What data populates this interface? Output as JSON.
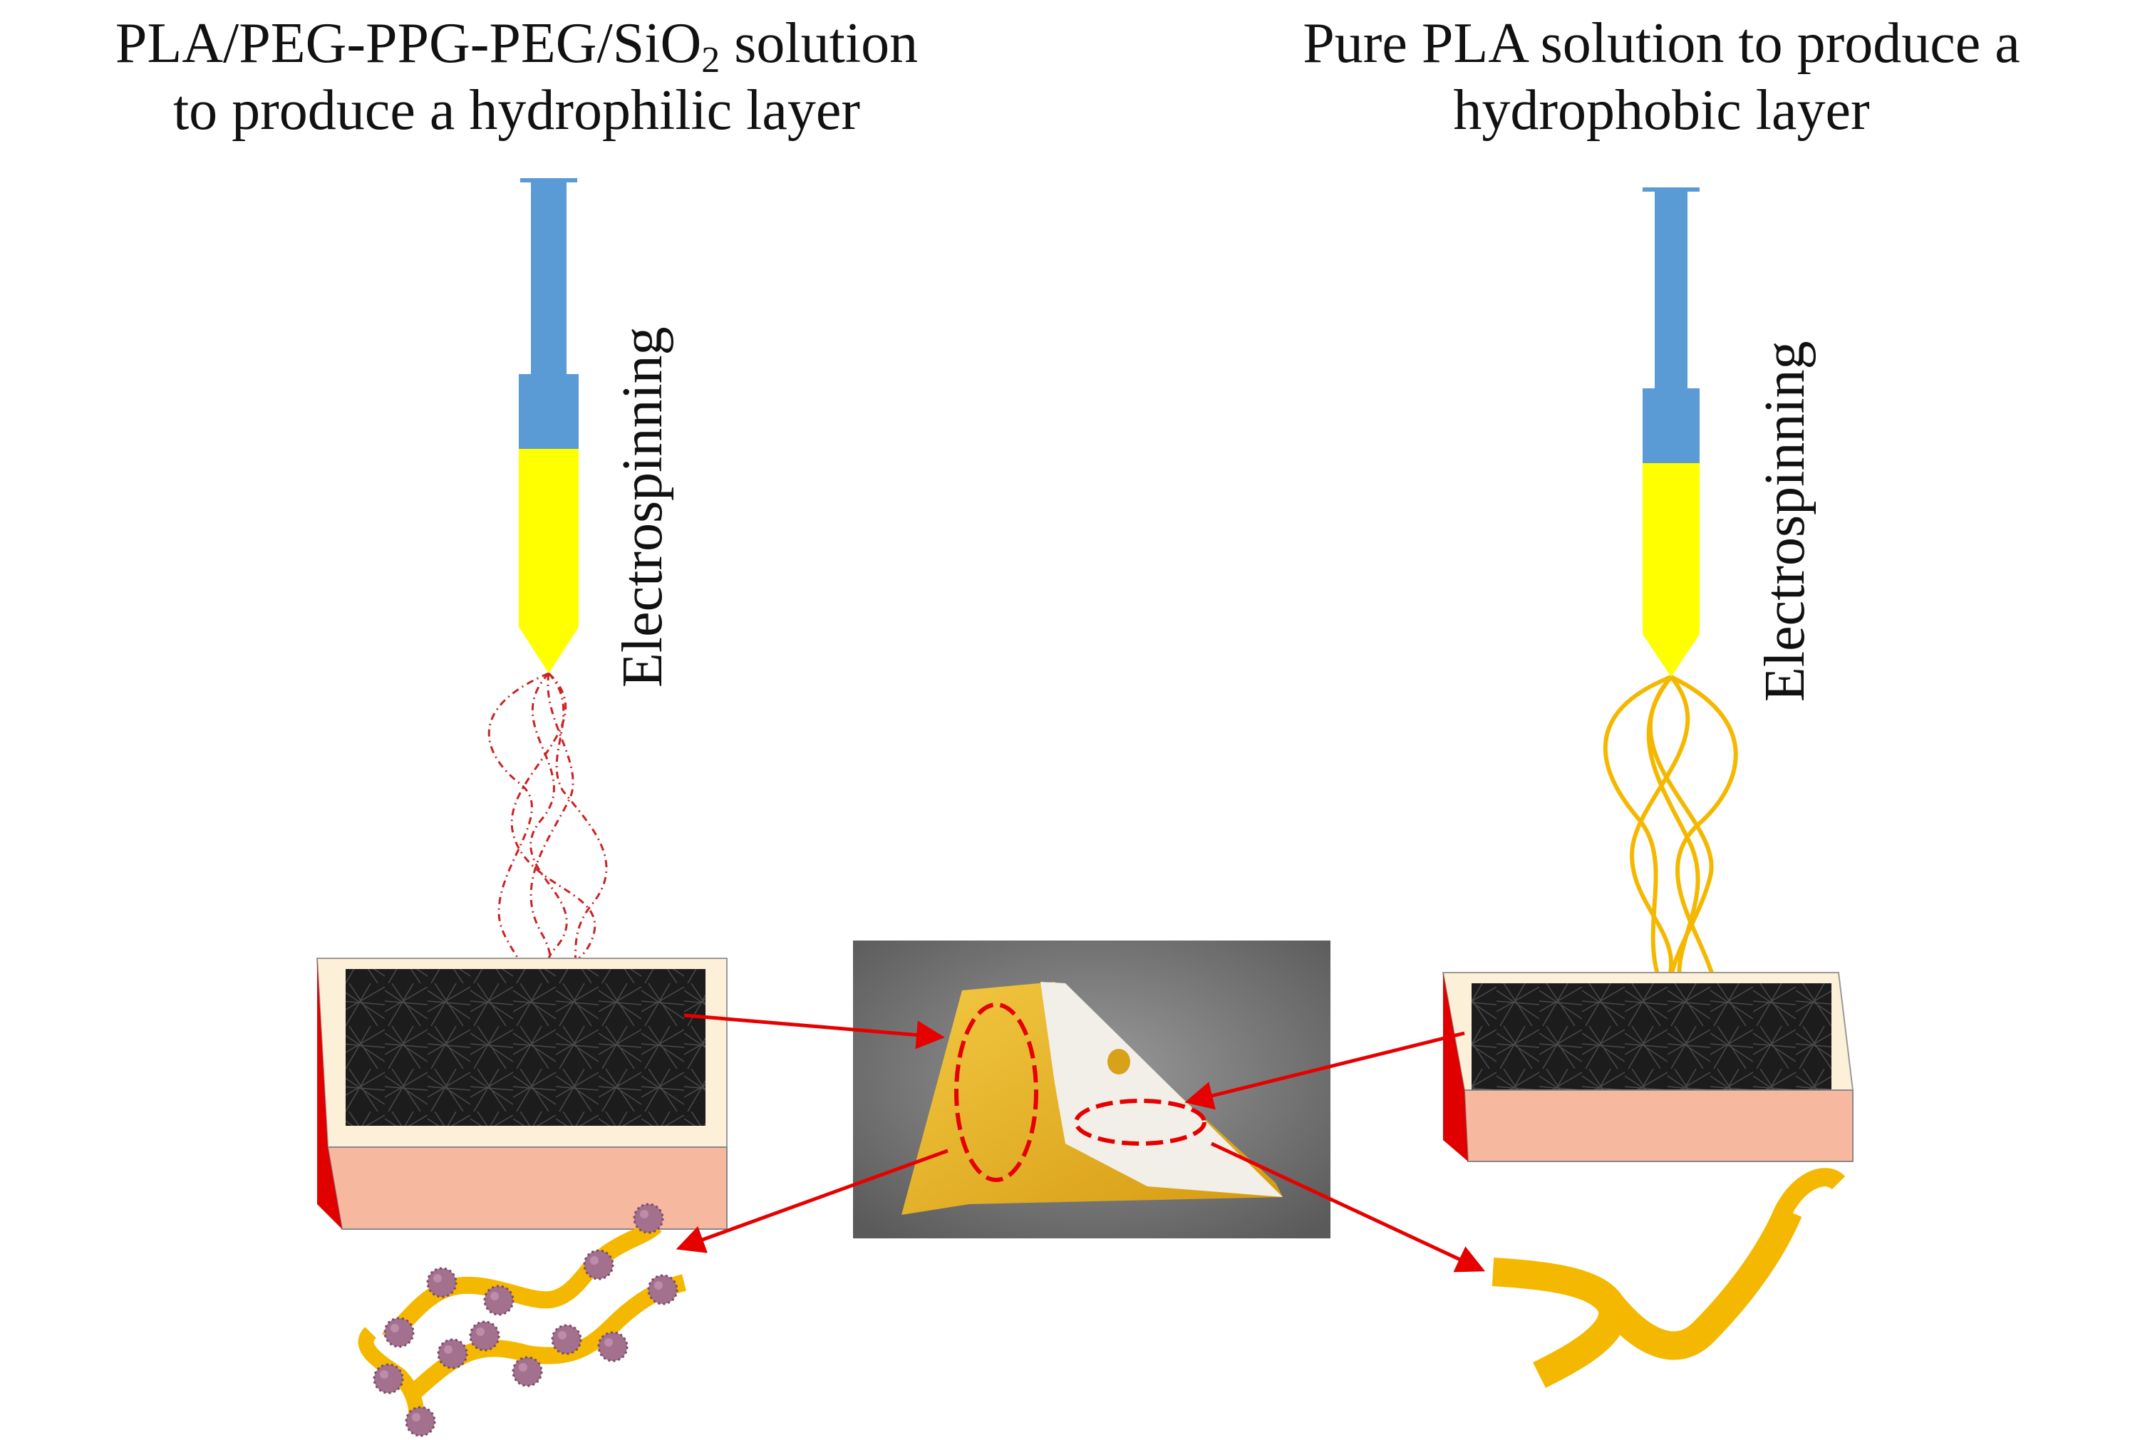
{
  "left": {
    "title_line1": "PLA/PEG-PPG-PEG/SiO",
    "title_sub": "2",
    "title_line1_tail": " solution",
    "title_line2": "to produce a hydrophilic layer",
    "process_label": "Electrospinning"
  },
  "right": {
    "title_line1": "Pure PLA solution to produce a",
    "title_line2": "hydrophobic layer",
    "process_label": "Electrospinning"
  },
  "colors": {
    "syringe_barrel": "#5b9bd5",
    "solution": "#ffff00",
    "fiber_dashed": "#cc2222",
    "fiber_yellow": "#f5b800",
    "collector_top": "#fdf0d8",
    "collector_side": "#f7b8a0",
    "collector_edge": "#e00000",
    "mat": "#1a1a1a",
    "arrow": "#e60000",
    "nanoparticle": "#a06b8a"
  }
}
